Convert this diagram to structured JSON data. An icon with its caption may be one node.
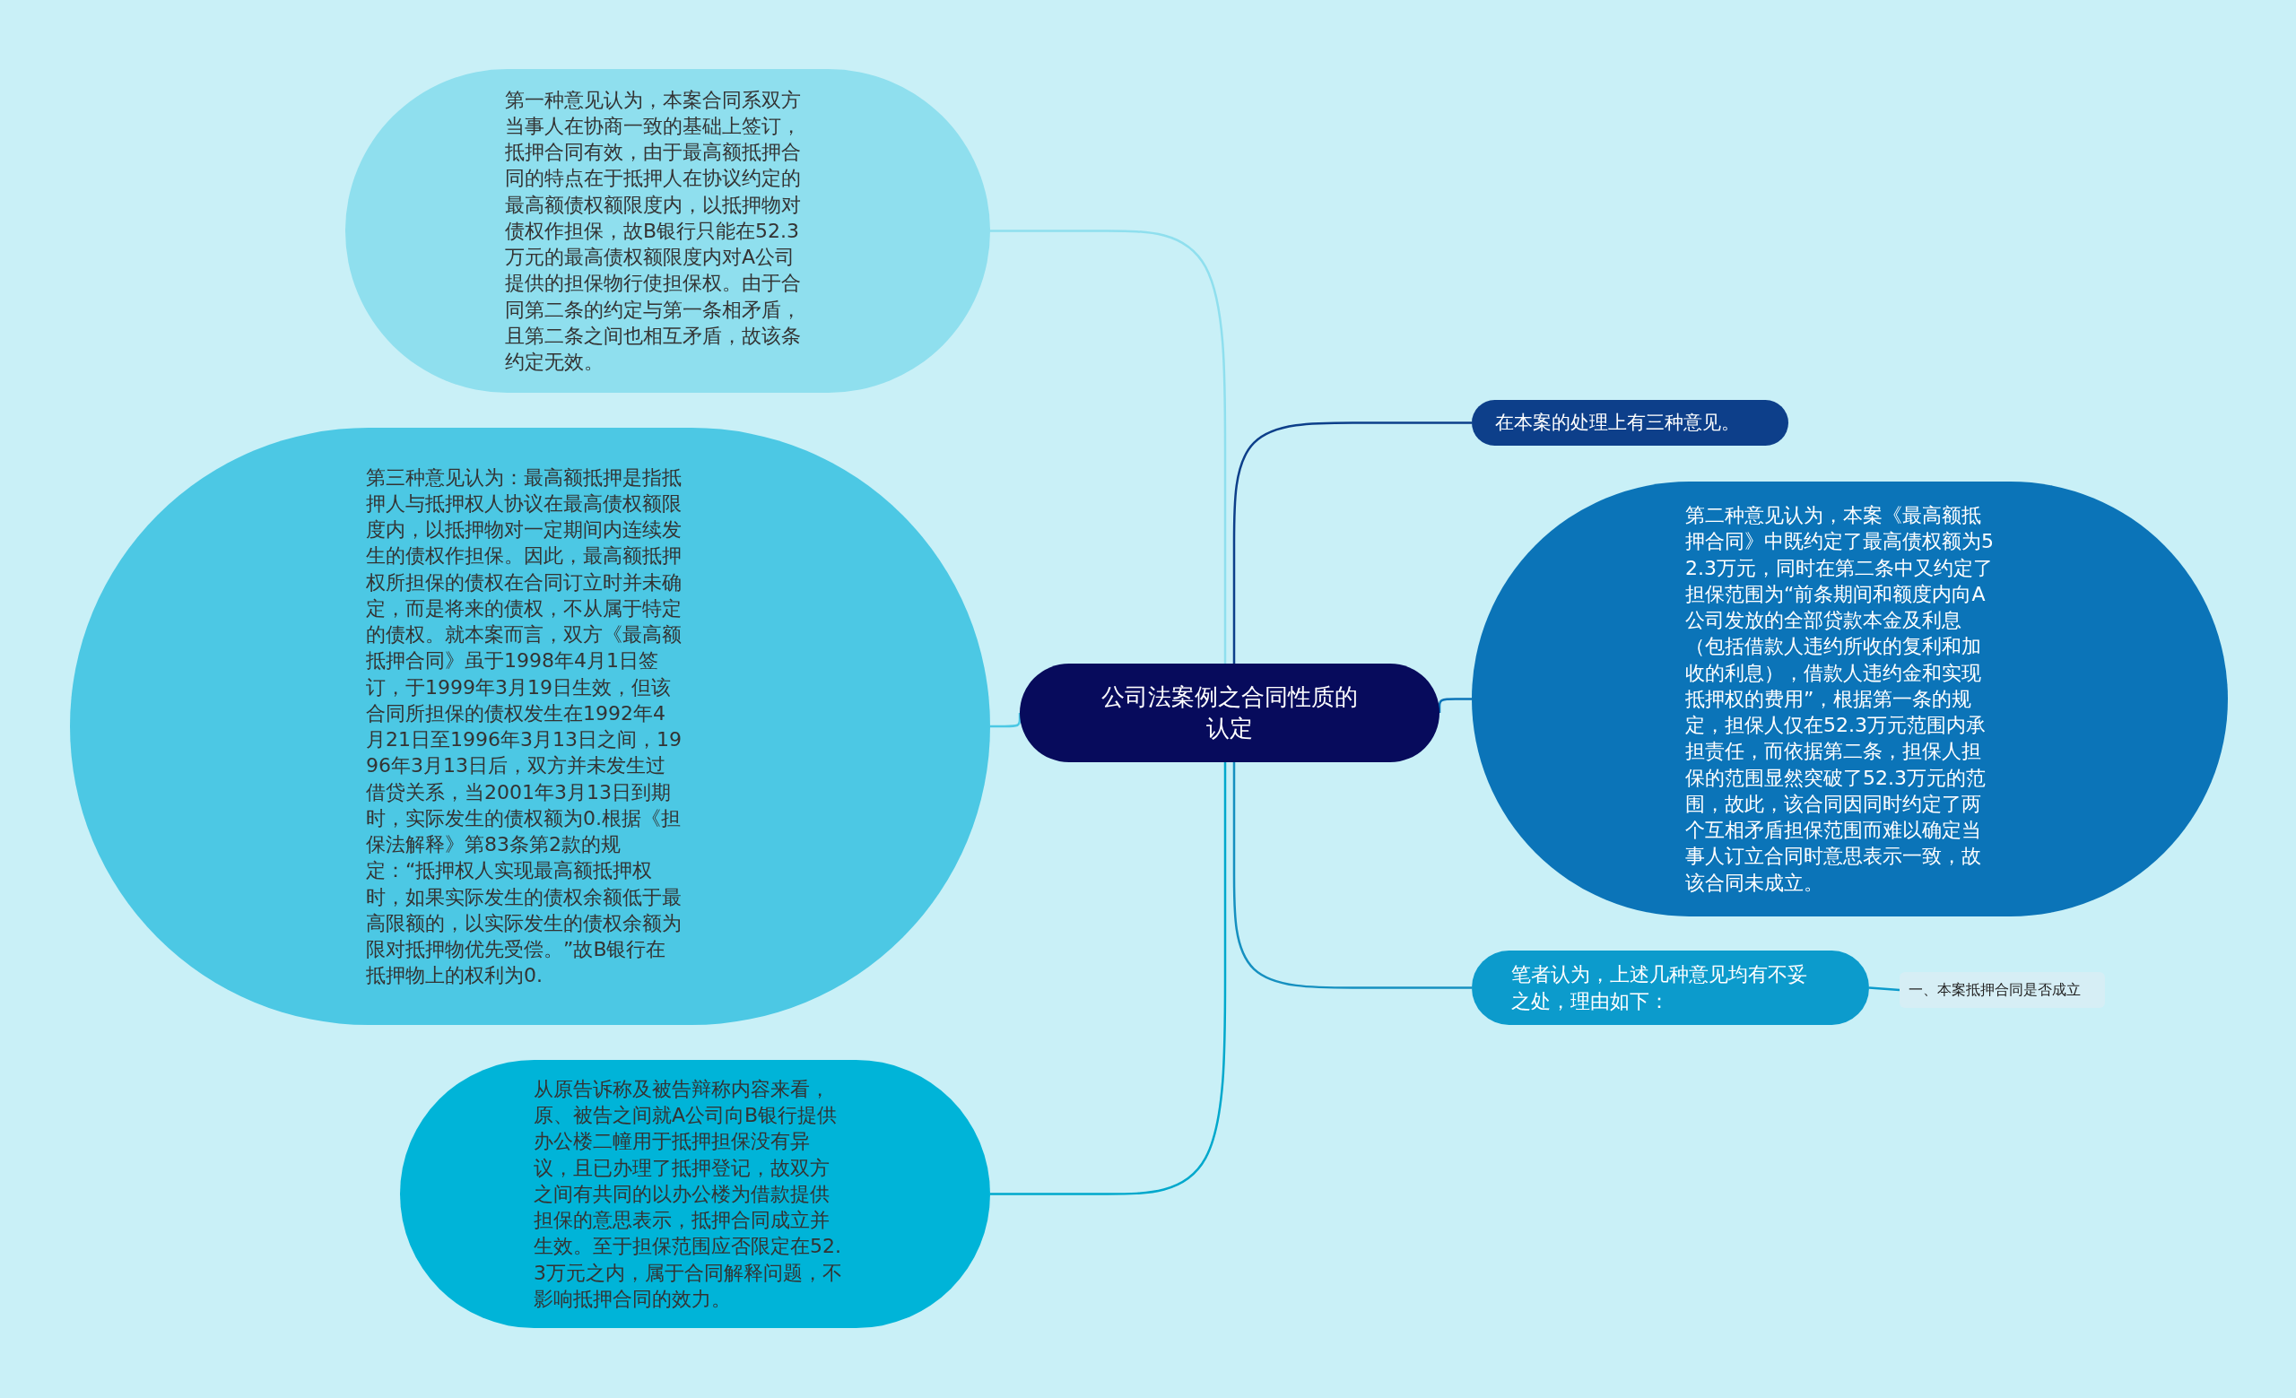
{
  "diagram": {
    "nodes": [
      {
        "text": [
          "公司法案例之合同性质的认定"
        ]
      },
      {
        "text": [
          "在本案的处理上有三种意见。"
        ]
      },
      {
        "text": [
          "第二种意见认为，本案《最高额抵押合同》中既约定了最高债权额为52.3万元，同时在第二条中又约定了担保范围为“前条期间和额度内向A公司发放的全部贷款本金及利息（包括借款人违约所收的复利和加收的利息），借款人违约金和实现抵押权的费用”，根据第一条的规定，担保人仅在52.3万元范围内承担责任，而依据第二条，担保人担保的范围显然突破了52.3万元的范围，故此，该合同因同时约定了两个互相矛盾担保范围而难以确定当事人订立合同时意思表示一致，故该合同未成立。"
        ]
      },
      {
        "text": [
          "笔者认为，上述几种意见均有不妥之处，理由如下："
        ]
      },
      {
        "text": [
          "一、本案抵押合同是否成立"
        ]
      },
      {
        "text": [
          "第一种意见认为，本案合同系双方当事人在协商一致的基础上签订，抵押合同有效，由于最高额抵押合同的特点在于抵押人在协议约定的最高额债权额限度内，以抵押物对债权作担保，故B银行只能在52.3万元的最高债权额限度内对A公司提供的担保物行使担保权。由于合同第二条的约定与第一条相矛盾，且第二条之间也相互矛盾，故该条约定无效。"
        ]
      },
      {
        "text": [
          "第三种意见认为：最高额抵押是指抵押人与抵押权人协议在最高债权额限度内，以抵押物对一定期间内连续发生的债权作担保。因此，最高额抵押权所担保的债权在合同订立时并未确定，而是将来的债权，不从属于特定的债权。就本案而言，双方《最高额抵押合同》虽于1998年4月1日签订，于1999年3月19日生效，但该合同所担保的债权发生在1992年4月21日至1996年3月13日之间，1996年3月13日后，双方并未发生过借贷关系，当2001年3月13日到期时，实际发生的债权额为0.根据《担保法解释》第83条第2款的规定：“抵押权人实现最高额抵押权时，如果实际发生的债权余额低于最高限额的，以实际发生的债权余额为限对抵押物优先受偿。”故B银行在抵押物上的权利为0."
        ]
      },
      {
        "text": [
          "从原告诉称及被告辩称内容来看，原、被告之间就A公司向B银行提供办公楼二幢用于抵押担保没有异议，且已办理了抵押登记，故双方之间有共同的以办公楼为借款提供担保的意思表示，抵押合同成立并生效。至于担保范围应否限定在52.3万元之内，属于合同解释问题，不影响抵押合同的效力。"
        ]
      }
    ],
    "edges": [
      {
        "from": 0,
        "to": 1,
        "arrow": "none",
        "color": "#0d3f8a"
      },
      {
        "from": 0,
        "to": 2,
        "arrow": "none",
        "color": "#0b74b8"
      },
      {
        "from": 0,
        "to": 3,
        "arrow": "none",
        "color": "#1690c0"
      },
      {
        "from": 3,
        "to": 4,
        "arrow": "none",
        "color": "#0c9bcc"
      },
      {
        "from": 0,
        "to": 5,
        "arrow": "none",
        "color": "#8fdfee"
      },
      {
        "from": 0,
        "to": 6,
        "arrow": "none",
        "color": "#4cc8e4"
      },
      {
        "from": 0,
        "to": 7,
        "arrow": "none",
        "color": "#00a8cc"
      }
    ]
  }
}
